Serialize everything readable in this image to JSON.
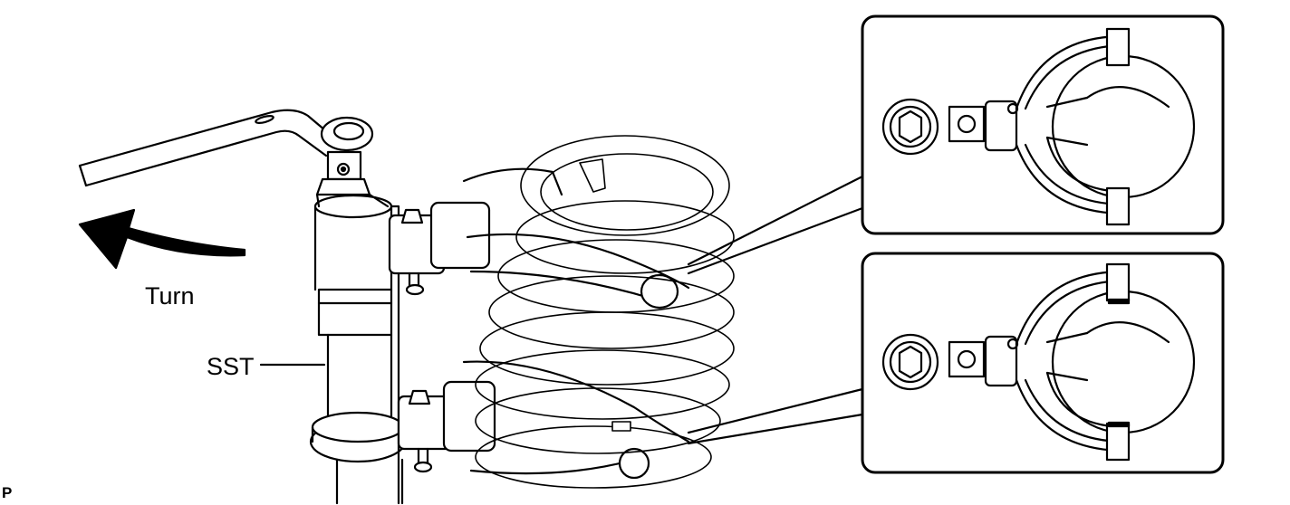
{
  "labels": {
    "turn": "Turn",
    "sst": "SST",
    "figure_code": "P"
  },
  "colors": {
    "line": "#000000",
    "fill": "#ffffff",
    "spring": "#000000"
  },
  "icons": {
    "turn_direction": "curved-arrow-icon",
    "nut": "hex-nut-icon",
    "bolt": "bolt-icon"
  }
}
